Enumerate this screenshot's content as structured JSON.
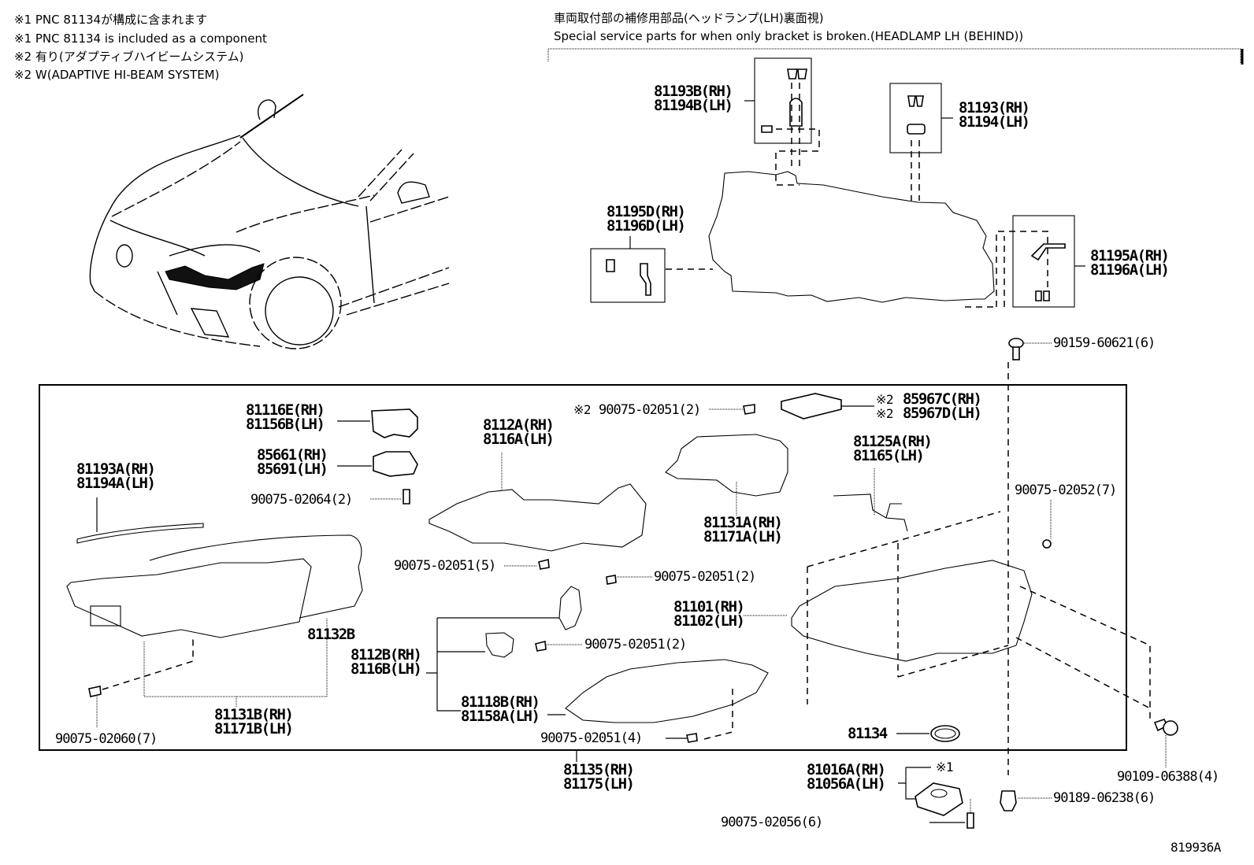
{
  "notes": {
    "note1_jp": "※1 PNC 81134が構成に含まれます",
    "note1_en": "※1 PNC 81134 is included as a component",
    "note2_jp": "※2 有り(アダプティブハイビームシステム)",
    "note2_en": "※2 W(ADAPTIVE HI-BEAM SYSTEM)"
  },
  "service_section": {
    "title_jp": "車両取付部の補修用部品(ヘッドランプ(LH)裏面視)",
    "title_en": "Special service parts for when only bracket is broken.(HEADLAMP LH (BEHIND))",
    "parts": [
      {
        "rh": "81193B(RH)",
        "lh": "81194B(LH)"
      },
      {
        "rh": "81193(RH)",
        "lh": "81194(LH)"
      },
      {
        "rh": "81195D(RH)",
        "lh": "81196D(LH)"
      },
      {
        "rh": "81195A(RH)",
        "lh": "81196A(LH)"
      }
    ]
  },
  "main_parts": {
    "p81116E": {
      "rh": "81116E(RH)",
      "lh": "81156B(LH)"
    },
    "p85661": {
      "rh": "85661(RH)",
      "lh": "85691(LH)"
    },
    "p90075_02064": "90075-02064(2)",
    "p81193A": {
      "rh": "81193A(RH)",
      "lh": "81194A(LH)"
    },
    "p8112A": {
      "rh": "8112A(RH)",
      "lh": "8116A(LH)"
    },
    "p90075_02051_adb": {
      "mark": "※2",
      "part": "90075-02051(2)"
    },
    "p85967": {
      "mark": "※2",
      "rh": "85967C(RH)",
      "lh": "85967D(LH)"
    },
    "p81125A": {
      "rh": "81125A(RH)",
      "lh": "81165(LH)"
    },
    "p81131A": {
      "rh": "81131A(RH)",
      "lh": "81171A(LH)"
    },
    "p90075_02052": "90075-02052(7)",
    "p90075_02051_5": "90075-02051(5)",
    "p90075_02051_2a": "90075-02051(2)",
    "p81101": {
      "rh": "81101(RH)",
      "lh": "81102(LH)"
    },
    "p81132B": "81132B",
    "p8112B": {
      "rh": "8112B(RH)",
      "lh": "8116B(LH)"
    },
    "p90075_02051_2b": "90075-02051(2)",
    "p81118B": {
      "rh": "81118B(RH)",
      "lh": "81158A(LH)"
    },
    "p81131B": {
      "rh": "81131B(RH)",
      "lh": "81171B(LH)"
    },
    "p90075_02060": "90075-02060(7)",
    "p90075_02051_4": "90075-02051(4)",
    "p81134": "81134"
  },
  "outside_parts": {
    "p90159": "90159-60621(6)",
    "p81135": {
      "rh": "81135(RH)",
      "lh": "81175(LH)"
    },
    "p81016A": {
      "rh": "81016A(RH)",
      "lh": "81056A(LH)",
      "mark": "※1"
    },
    "p90075_02056": "90075-02056(6)",
    "p90189": "90189-06238(6)",
    "p90109": "90109-06388(4)"
  },
  "illustration_id": "819936A"
}
